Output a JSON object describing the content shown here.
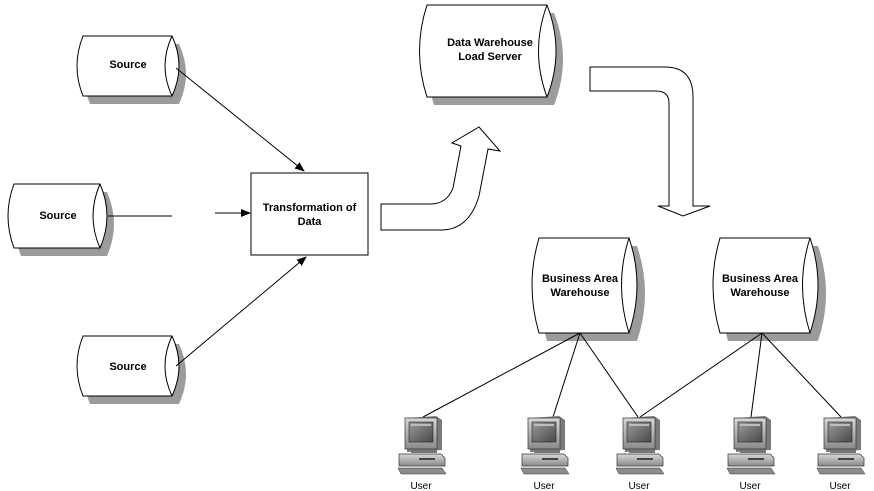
{
  "diagram": {
    "sources": [
      {
        "label": "Source"
      },
      {
        "label": "Source"
      },
      {
        "label": "Source"
      }
    ],
    "transformation": {
      "line1": "Transformation of",
      "line2": "Data"
    },
    "load_server": {
      "line1": "Data Warehouse",
      "line2": "Load Server"
    },
    "business_areas": [
      {
        "line1": "Business Area",
        "line2": "Warehouse"
      },
      {
        "line1": "Business Area",
        "line2": "Warehouse"
      }
    ],
    "users": [
      {
        "label": "User"
      },
      {
        "label": "User"
      },
      {
        "label": "User"
      },
      {
        "label": "User"
      },
      {
        "label": "User"
      }
    ]
  }
}
